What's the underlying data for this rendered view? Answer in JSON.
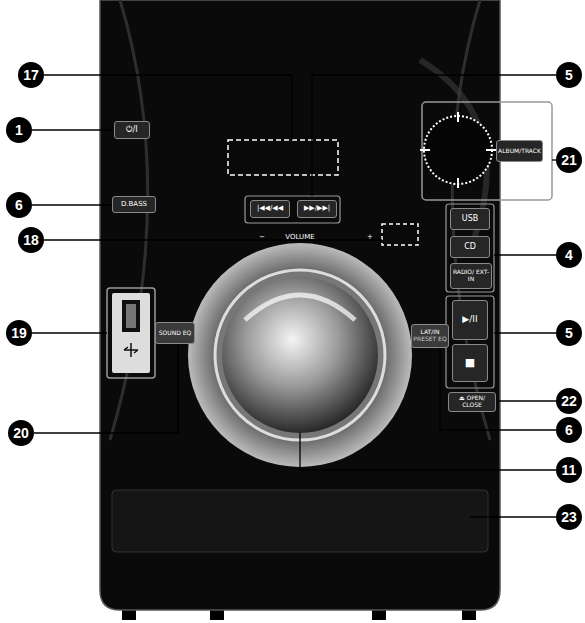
{
  "diagram": {
    "nodes": [
      {
        "text": [
          "⏻/I"
        ]
      },
      {
        "text": [
          "D.BASS"
        ]
      },
      {
        "text": [
          "|◀◀/◀◀"
        ]
      },
      {
        "text": [
          "▶▶/▶▶|"
        ]
      },
      {
        "text": [
          "ALBUM/TRACK"
        ]
      },
      {
        "text": [
          "USB"
        ]
      },
      {
        "text": [
          "CD"
        ]
      },
      {
        "text": [
          "RADIO/ EXT-IN"
        ]
      },
      {
        "text": [
          "SOUND EQ"
        ]
      },
      {
        "text": [
          "▶/II"
        ]
      },
      {
        "text": [
          "■"
        ]
      },
      {
        "text": [
          "LAT/IN",
          "PRESET EQ"
        ]
      },
      {
        "text": [
          "⏏ OPEN/ CLOSE"
        ]
      }
    ],
    "labels": [
      "17",
      "5",
      "21",
      "1",
      "6",
      "18",
      "4",
      "19",
      "5",
      "20",
      "6",
      "11",
      "22",
      "23",
      "VOLUME",
      "−",
      "+"
    ]
  }
}
